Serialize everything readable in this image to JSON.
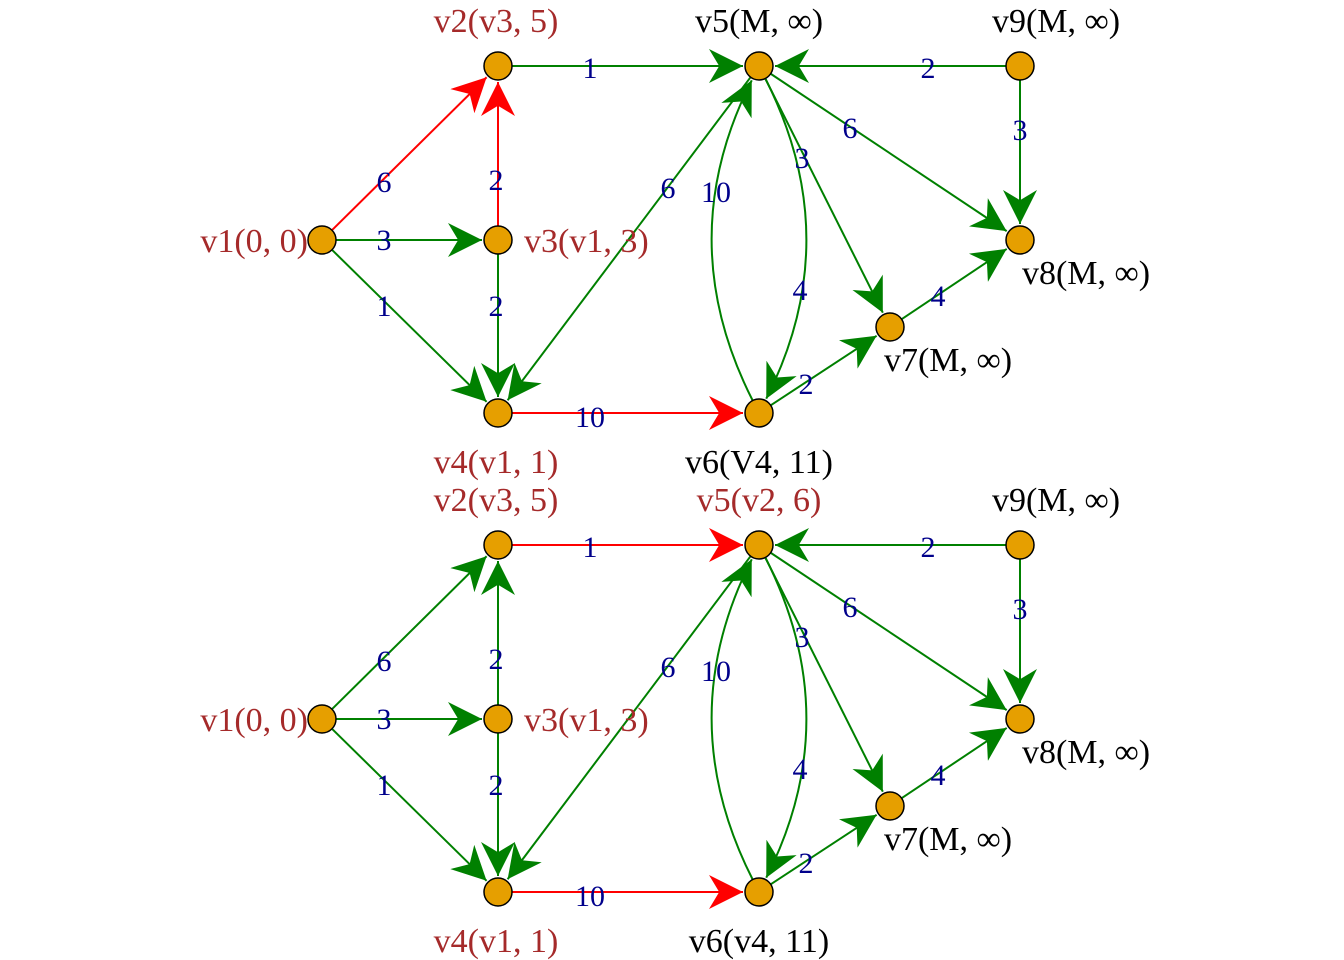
{
  "colors": {
    "background": "#ffffff",
    "node_fill": "#E69F00",
    "node_stroke": "#000000",
    "edge_default": "#008000",
    "edge_highlight": "#FF0000",
    "weight_text": "#00008B",
    "label_labeled": "#A52A2A",
    "label_unlabeled": "#000000"
  },
  "graphs": [
    {
      "id": "graph-top",
      "nodes": [
        {
          "id": "v1",
          "label": "v1(0, 0)",
          "labeled": true
        },
        {
          "id": "v2",
          "label": "v2(v3, 5)",
          "labeled": true
        },
        {
          "id": "v3",
          "label": "v3(v1, 3)",
          "labeled": true
        },
        {
          "id": "v4",
          "label": "v4(v1, 1)",
          "labeled": true
        },
        {
          "id": "v5",
          "label": "v5(M, ∞)",
          "labeled": false
        },
        {
          "id": "v6",
          "label": "v6(V4, 11)",
          "labeled": false
        },
        {
          "id": "v7",
          "label": "v7(M, ∞)",
          "labeled": false
        },
        {
          "id": "v8",
          "label": "v8(M, ∞)",
          "labeled": false
        },
        {
          "id": "v9",
          "label": "v9(M, ∞)",
          "labeled": false
        }
      ],
      "edges": [
        {
          "from": "v1",
          "to": "v2",
          "weight": "6",
          "highlight": true
        },
        {
          "from": "v1",
          "to": "v3",
          "weight": "3",
          "highlight": false
        },
        {
          "from": "v1",
          "to": "v4",
          "weight": "1",
          "highlight": false
        },
        {
          "from": "v3",
          "to": "v2",
          "weight": "2",
          "highlight": true
        },
        {
          "from": "v3",
          "to": "v4",
          "weight": "2",
          "highlight": false
        },
        {
          "from": "v2",
          "to": "v5",
          "weight": "1",
          "highlight": false
        },
        {
          "from": "v4",
          "to": "v6",
          "weight": "10",
          "highlight": true
        },
        {
          "from": "v5",
          "to": "v4",
          "weight": "6",
          "highlight": false
        },
        {
          "from": "v6",
          "to": "v5",
          "weight": "10",
          "highlight": false
        },
        {
          "from": "v5",
          "to": "v6",
          "weight": "4",
          "highlight": false
        },
        {
          "from": "v5",
          "to": "v7",
          "weight": "3",
          "highlight": false
        },
        {
          "from": "v5",
          "to": "v8",
          "weight": "6",
          "highlight": false
        },
        {
          "from": "v9",
          "to": "v5",
          "weight": "2",
          "highlight": false
        },
        {
          "from": "v9",
          "to": "v8",
          "weight": "3",
          "highlight": false
        },
        {
          "from": "v6",
          "to": "v7",
          "weight": "2",
          "highlight": false
        },
        {
          "from": "v7",
          "to": "v8",
          "weight": "4",
          "highlight": false
        }
      ]
    },
    {
      "id": "graph-bottom",
      "nodes": [
        {
          "id": "v1",
          "label": "v1(0, 0)",
          "labeled": true
        },
        {
          "id": "v2",
          "label": "v2(v3, 5)",
          "labeled": true
        },
        {
          "id": "v3",
          "label": "v3(v1, 3)",
          "labeled": true
        },
        {
          "id": "v4",
          "label": "v4(v1, 1)",
          "labeled": true
        },
        {
          "id": "v5",
          "label": "v5(v2, 6)",
          "labeled": true
        },
        {
          "id": "v6",
          "label": "v6(v4, 11)",
          "labeled": false
        },
        {
          "id": "v7",
          "label": "v7(M, ∞)",
          "labeled": false
        },
        {
          "id": "v8",
          "label": "v8(M, ∞)",
          "labeled": false
        },
        {
          "id": "v9",
          "label": "v9(M, ∞)",
          "labeled": false
        }
      ],
      "edges": [
        {
          "from": "v1",
          "to": "v2",
          "weight": "6",
          "highlight": false
        },
        {
          "from": "v1",
          "to": "v3",
          "weight": "3",
          "highlight": false
        },
        {
          "from": "v1",
          "to": "v4",
          "weight": "1",
          "highlight": false
        },
        {
          "from": "v3",
          "to": "v2",
          "weight": "2",
          "highlight": false
        },
        {
          "from": "v3",
          "to": "v4",
          "weight": "2",
          "highlight": false
        },
        {
          "from": "v2",
          "to": "v5",
          "weight": "1",
          "highlight": true
        },
        {
          "from": "v4",
          "to": "v6",
          "weight": "10",
          "highlight": true
        },
        {
          "from": "v5",
          "to": "v4",
          "weight": "6",
          "highlight": false
        },
        {
          "from": "v6",
          "to": "v5",
          "weight": "10",
          "highlight": false
        },
        {
          "from": "v5",
          "to": "v6",
          "weight": "4",
          "highlight": false
        },
        {
          "from": "v5",
          "to": "v7",
          "weight": "3",
          "highlight": false
        },
        {
          "from": "v5",
          "to": "v8",
          "weight": "6",
          "highlight": false
        },
        {
          "from": "v9",
          "to": "v5",
          "weight": "2",
          "highlight": false
        },
        {
          "from": "v9",
          "to": "v8",
          "weight": "3",
          "highlight": false
        },
        {
          "from": "v6",
          "to": "v7",
          "weight": "2",
          "highlight": false
        },
        {
          "from": "v7",
          "to": "v8",
          "weight": "4",
          "highlight": false
        }
      ]
    }
  ]
}
